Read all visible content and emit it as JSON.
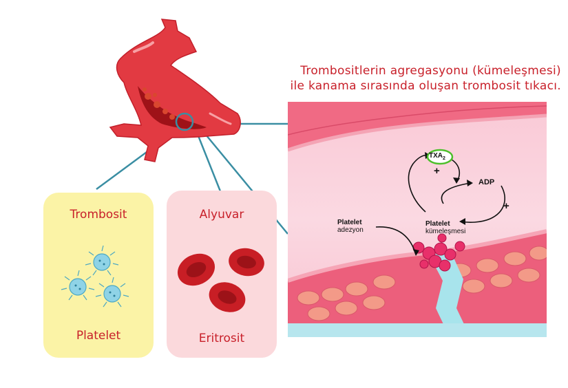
{
  "title": {
    "line1": "Trombositlerin agregasyonu (kümeleşmesi)",
    "line2": "ile kanama sırasında oluşan trombosit tıkacı."
  },
  "cards": {
    "platelet": {
      "top_label": "Trombosit",
      "bottom_label": "Platelet",
      "color": "#fbf3a6",
      "cell_color": "#8fd3e6"
    },
    "erythrocyte": {
      "top_label": "Alyuvar",
      "bottom_label": "Eritrosit",
      "color": "#fbd9dc",
      "cell_color": "#c81e25"
    }
  },
  "diagram": {
    "txa_main": "TXA",
    "txa_sub": "2",
    "adp": "ADP",
    "plus_top": "+",
    "plus_right": "+",
    "adhesion_line1": "Platelet",
    "adhesion_line2": "adezyon",
    "aggregation_line1": "Platelet",
    "aggregation_line2": "kümeleşmesi",
    "txa_ring_color": "#4cbf2a",
    "tissue_color": "#f06a84",
    "lumen_color": "#fbd4df"
  },
  "colors": {
    "title": "#c8202a",
    "vessel": "#e23a42",
    "connector": "#3a8ea3"
  }
}
